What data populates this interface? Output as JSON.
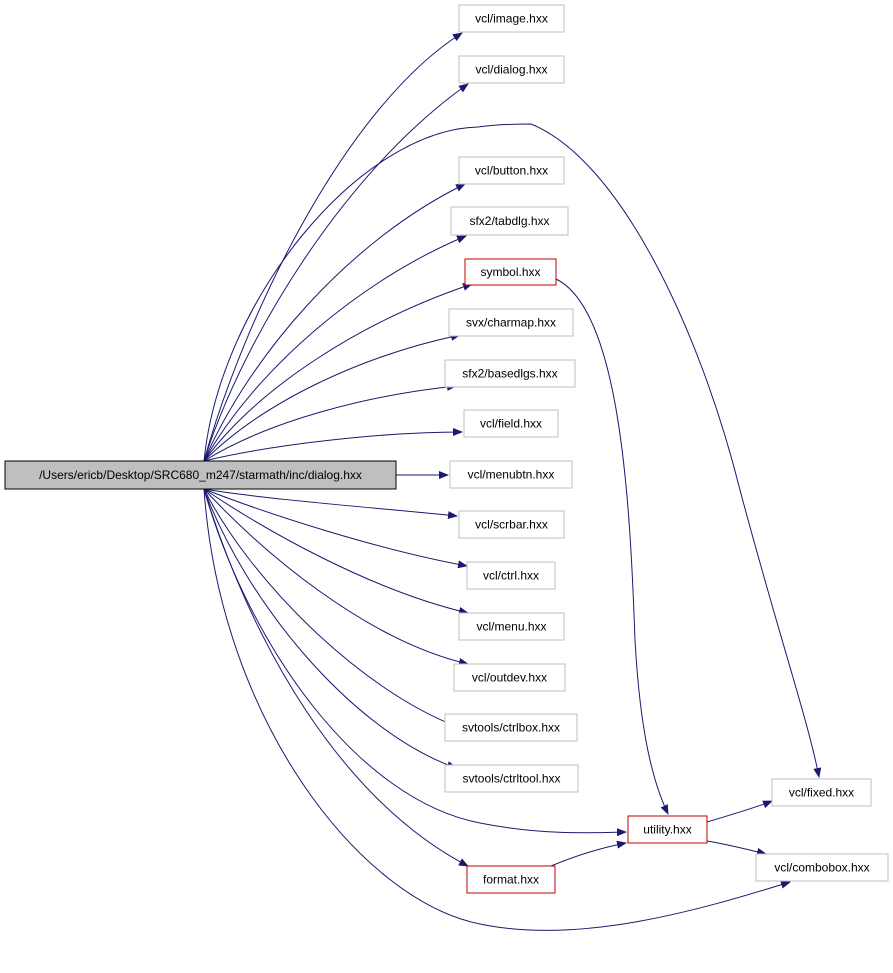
{
  "colors": {
    "edge": "#191970",
    "plain_border": "#bfbfbf",
    "highlight_border": "#c00000",
    "root_fill": "#bfbfbf",
    "root_border": "#000000",
    "background": "#ffffff"
  },
  "nodes": [
    {
      "id": "root",
      "label": "/Users/ericb/Desktop/SRC680_m247/starmath/inc/dialog.hxx",
      "kind": "root"
    },
    {
      "id": "image",
      "label": "vcl/image.hxx",
      "kind": "plain"
    },
    {
      "id": "dialog",
      "label": "vcl/dialog.hxx",
      "kind": "plain"
    },
    {
      "id": "button",
      "label": "vcl/button.hxx",
      "kind": "plain"
    },
    {
      "id": "tabdlg",
      "label": "sfx2/tabdlg.hxx",
      "kind": "plain"
    },
    {
      "id": "symbol",
      "label": "symbol.hxx",
      "kind": "highlight"
    },
    {
      "id": "charmap",
      "label": "svx/charmap.hxx",
      "kind": "plain"
    },
    {
      "id": "basedlgs",
      "label": "sfx2/basedlgs.hxx",
      "kind": "plain"
    },
    {
      "id": "field",
      "label": "vcl/field.hxx",
      "kind": "plain"
    },
    {
      "id": "menubtn",
      "label": "vcl/menubtn.hxx",
      "kind": "plain"
    },
    {
      "id": "scrbar",
      "label": "vcl/scrbar.hxx",
      "kind": "plain"
    },
    {
      "id": "ctrl",
      "label": "vcl/ctrl.hxx",
      "kind": "plain"
    },
    {
      "id": "menu",
      "label": "vcl/menu.hxx",
      "kind": "plain"
    },
    {
      "id": "outdev",
      "label": "vcl/outdev.hxx",
      "kind": "plain"
    },
    {
      "id": "ctrlbox",
      "label": "svtools/ctrlbox.hxx",
      "kind": "plain"
    },
    {
      "id": "ctrltool",
      "label": "svtools/ctrltool.hxx",
      "kind": "plain"
    },
    {
      "id": "utility",
      "label": "utility.hxx",
      "kind": "highlight"
    },
    {
      "id": "fixed",
      "label": "vcl/fixed.hxx",
      "kind": "plain"
    },
    {
      "id": "format",
      "label": "format.hxx",
      "kind": "highlight"
    },
    {
      "id": "combobox",
      "label": "vcl/combobox.hxx",
      "kind": "plain"
    }
  ],
  "edges": [
    {
      "from": "root",
      "to": "image"
    },
    {
      "from": "root",
      "to": "dialog"
    },
    {
      "from": "root",
      "to": "fixed"
    },
    {
      "from": "root",
      "to": "button"
    },
    {
      "from": "root",
      "to": "tabdlg"
    },
    {
      "from": "root",
      "to": "symbol"
    },
    {
      "from": "root",
      "to": "charmap"
    },
    {
      "from": "root",
      "to": "basedlgs"
    },
    {
      "from": "root",
      "to": "field"
    },
    {
      "from": "root",
      "to": "menubtn"
    },
    {
      "from": "root",
      "to": "scrbar"
    },
    {
      "from": "root",
      "to": "ctrl"
    },
    {
      "from": "root",
      "to": "menu"
    },
    {
      "from": "root",
      "to": "outdev"
    },
    {
      "from": "root",
      "to": "ctrlbox"
    },
    {
      "from": "root",
      "to": "ctrltool"
    },
    {
      "from": "root",
      "to": "utility"
    },
    {
      "from": "root",
      "to": "format"
    },
    {
      "from": "root",
      "to": "combobox"
    },
    {
      "from": "symbol",
      "to": "utility"
    },
    {
      "from": "format",
      "to": "utility"
    },
    {
      "from": "utility",
      "to": "fixed"
    },
    {
      "from": "utility",
      "to": "combobox"
    }
  ]
}
